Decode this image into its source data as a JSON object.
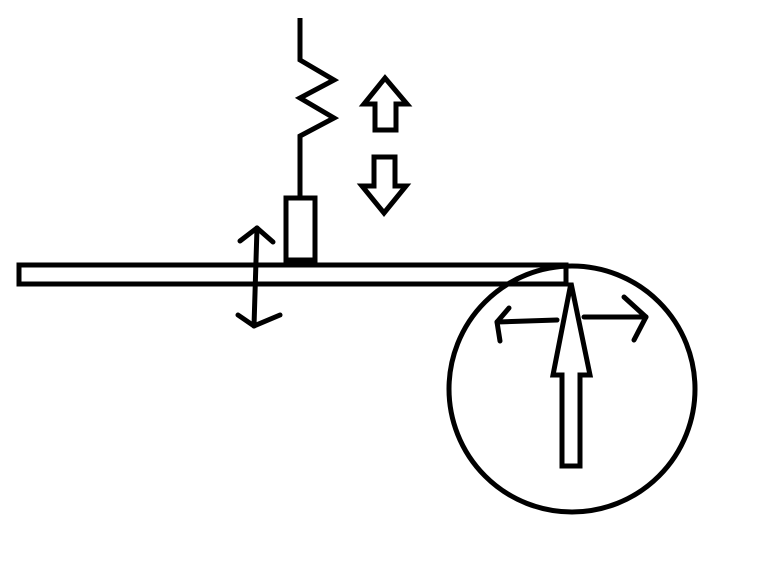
{
  "diagram": {
    "background_color": "#ffffff",
    "stroke_color": "#000000",
    "fill_color": "#ffffff",
    "elements": [
      {
        "key": "spring",
        "icon": "zigzag-spring-icon"
      },
      {
        "key": "plunger",
        "icon": "rectangle-block-icon"
      },
      {
        "key": "beam",
        "icon": "horizontal-bar-icon"
      },
      {
        "key": "up-arrow",
        "icon": "hollow-up-arrow-icon"
      },
      {
        "key": "down-arrow",
        "icon": "hollow-down-arrow-icon"
      },
      {
        "key": "vertical-double-arrow",
        "icon": "double-headed-vertical-arrow-icon"
      },
      {
        "key": "circle",
        "icon": "circle-icon"
      },
      {
        "key": "big-up-arrow",
        "icon": "hollow-long-up-arrow-icon"
      },
      {
        "key": "left-arrow",
        "icon": "left-arrow-icon"
      },
      {
        "key": "right-arrow",
        "icon": "right-arrow-icon"
      }
    ]
  }
}
